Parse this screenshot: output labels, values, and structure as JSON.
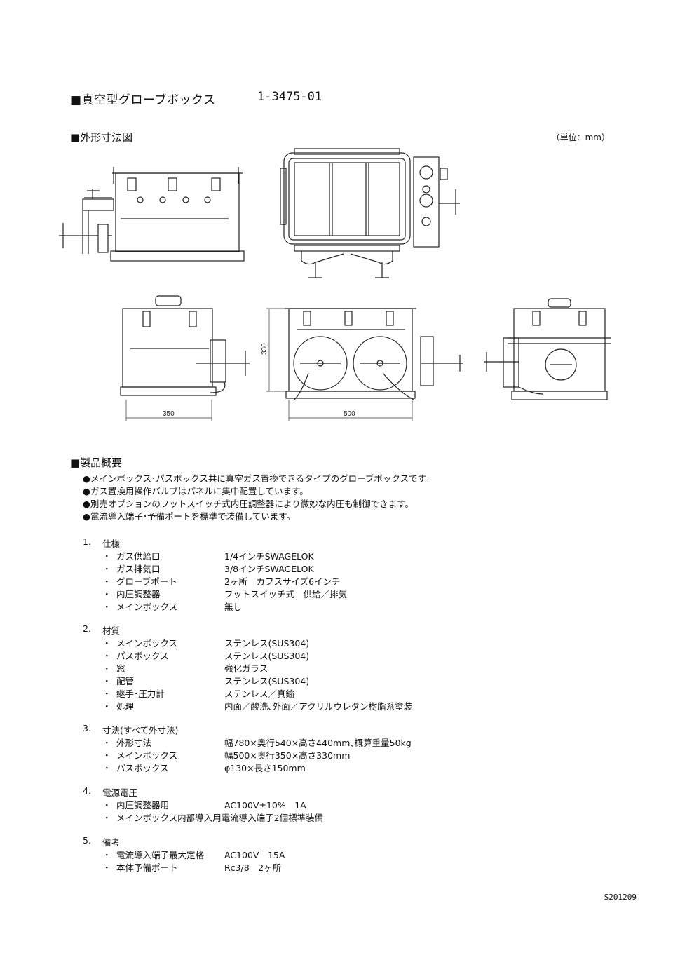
{
  "title": "■真空型グローブボックス",
  "code": "1-3475-01",
  "section_drawing": "■外形寸法図",
  "unit": "（単位：mm）",
  "dims": {
    "d350": "350",
    "d500": "500",
    "d330": "330"
  },
  "section_overview": "■製品概要",
  "bullets": [
    "●メインボックス･パスボックス共に真空ガス置換できるタイプのグローブボックスです。",
    "●ガス置換用操作バルブはパネルに集中配置しています。",
    "●別売オプションのフットスイッチ式内圧調整器により微妙な内圧も制御できます。",
    "●電流導入端子･予備ポートを標準で装備しています。"
  ],
  "specs": [
    {
      "num": "1.",
      "title": "仕様",
      "rows": [
        {
          "label": "ガス供給口",
          "value": "1/4インチSWAGELOK"
        },
        {
          "label": "ガス排気口",
          "value": "3/8インチSWAGELOK"
        },
        {
          "label": "グローブポート",
          "value": "2ヶ所　カフスサイズ6インチ"
        },
        {
          "label": "内圧調整器",
          "value": "フットスイッチ式　供給／排気"
        },
        {
          "label": "メインボックス",
          "value": "無し"
        }
      ]
    },
    {
      "num": "2.",
      "title": "材質",
      "rows": [
        {
          "label": "メインボックス",
          "value": "ステンレス(SUS304)"
        },
        {
          "label": "パスボックス",
          "value": "ステンレス(SUS304)"
        },
        {
          "label": "窓",
          "value": "強化ガラス"
        },
        {
          "label": "配管",
          "value": "ステンレス(SUS304)"
        },
        {
          "label": "継手･圧力計",
          "value": "ステンレス／真鍮"
        },
        {
          "label": "処理",
          "value": "内面／酸洗､外面／アクリルウレタン樹脂系塗装"
        }
      ]
    },
    {
      "num": "3.",
      "title": "寸法(すべて外寸法)",
      "rows": [
        {
          "label": "外形寸法",
          "value": "幅780×奥行540×高さ440mm､概算重量50kg"
        },
        {
          "label": "メインボックス",
          "value": "幅500×奥行350×高さ330mm"
        },
        {
          "label": "パスボックス",
          "value": "φ130×長さ150mm"
        }
      ]
    },
    {
      "num": "4.",
      "title": "電源電圧",
      "rows": [
        {
          "label": "内圧調整器用",
          "value": "AC100V±10%　1A"
        },
        {
          "label": "メインボックス内部導入用電流導入端子2個標準装備",
          "value": ""
        }
      ]
    },
    {
      "num": "5.",
      "title": "備考",
      "rows": [
        {
          "label": "電流導入端子最大定格",
          "value": "AC100V　15A"
        },
        {
          "label": "本体予備ポート",
          "value": "Rc3/8　2ヶ所"
        }
      ]
    }
  ],
  "footer_code": "S201209"
}
